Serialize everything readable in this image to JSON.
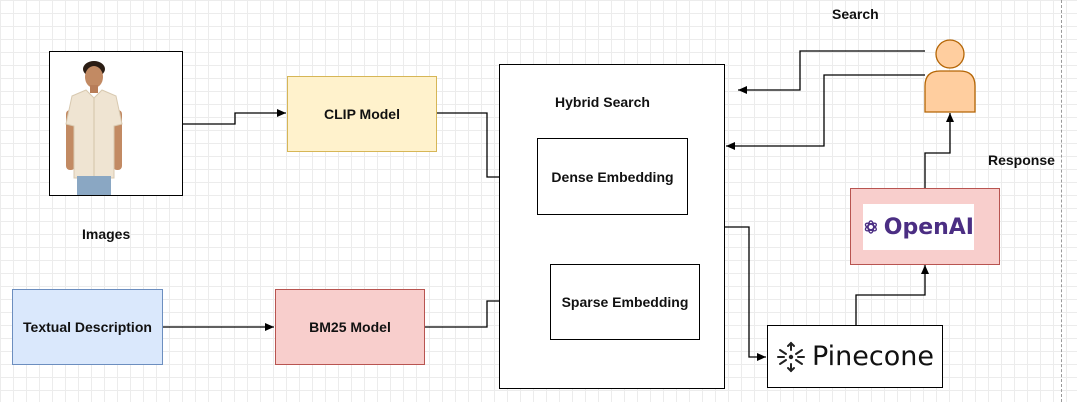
{
  "diagram": {
    "labels": {
      "images": "Images",
      "search": "Search",
      "response": "Response",
      "hybrid_search": "Hybrid Search"
    },
    "nodes": {
      "clip_model": "CLIP Model",
      "bm25_model": "BM25 Model",
      "textual_description": "Textual Description",
      "dense_embedding": "Dense Embedding",
      "sparse_embedding": "Sparse Embedding",
      "openai": "OpenAI",
      "pinecone": "Pinecone"
    },
    "icons": {
      "user": "user-icon",
      "product_photo": "shirt-model-photo",
      "openai_logo": "openai-logo-icon",
      "pinecone_logo": "pinecone-logo-icon"
    },
    "colors": {
      "clip_fill": "#fff2cc",
      "clip_stroke": "#d6b656",
      "red_fill": "#f8cecc",
      "red_stroke": "#b85450",
      "blue_fill": "#dae8fc",
      "blue_stroke": "#6c8ebf",
      "user_fill": "#ffce9f",
      "user_stroke": "#b46504",
      "openai_text": "#4b2e83"
    }
  }
}
